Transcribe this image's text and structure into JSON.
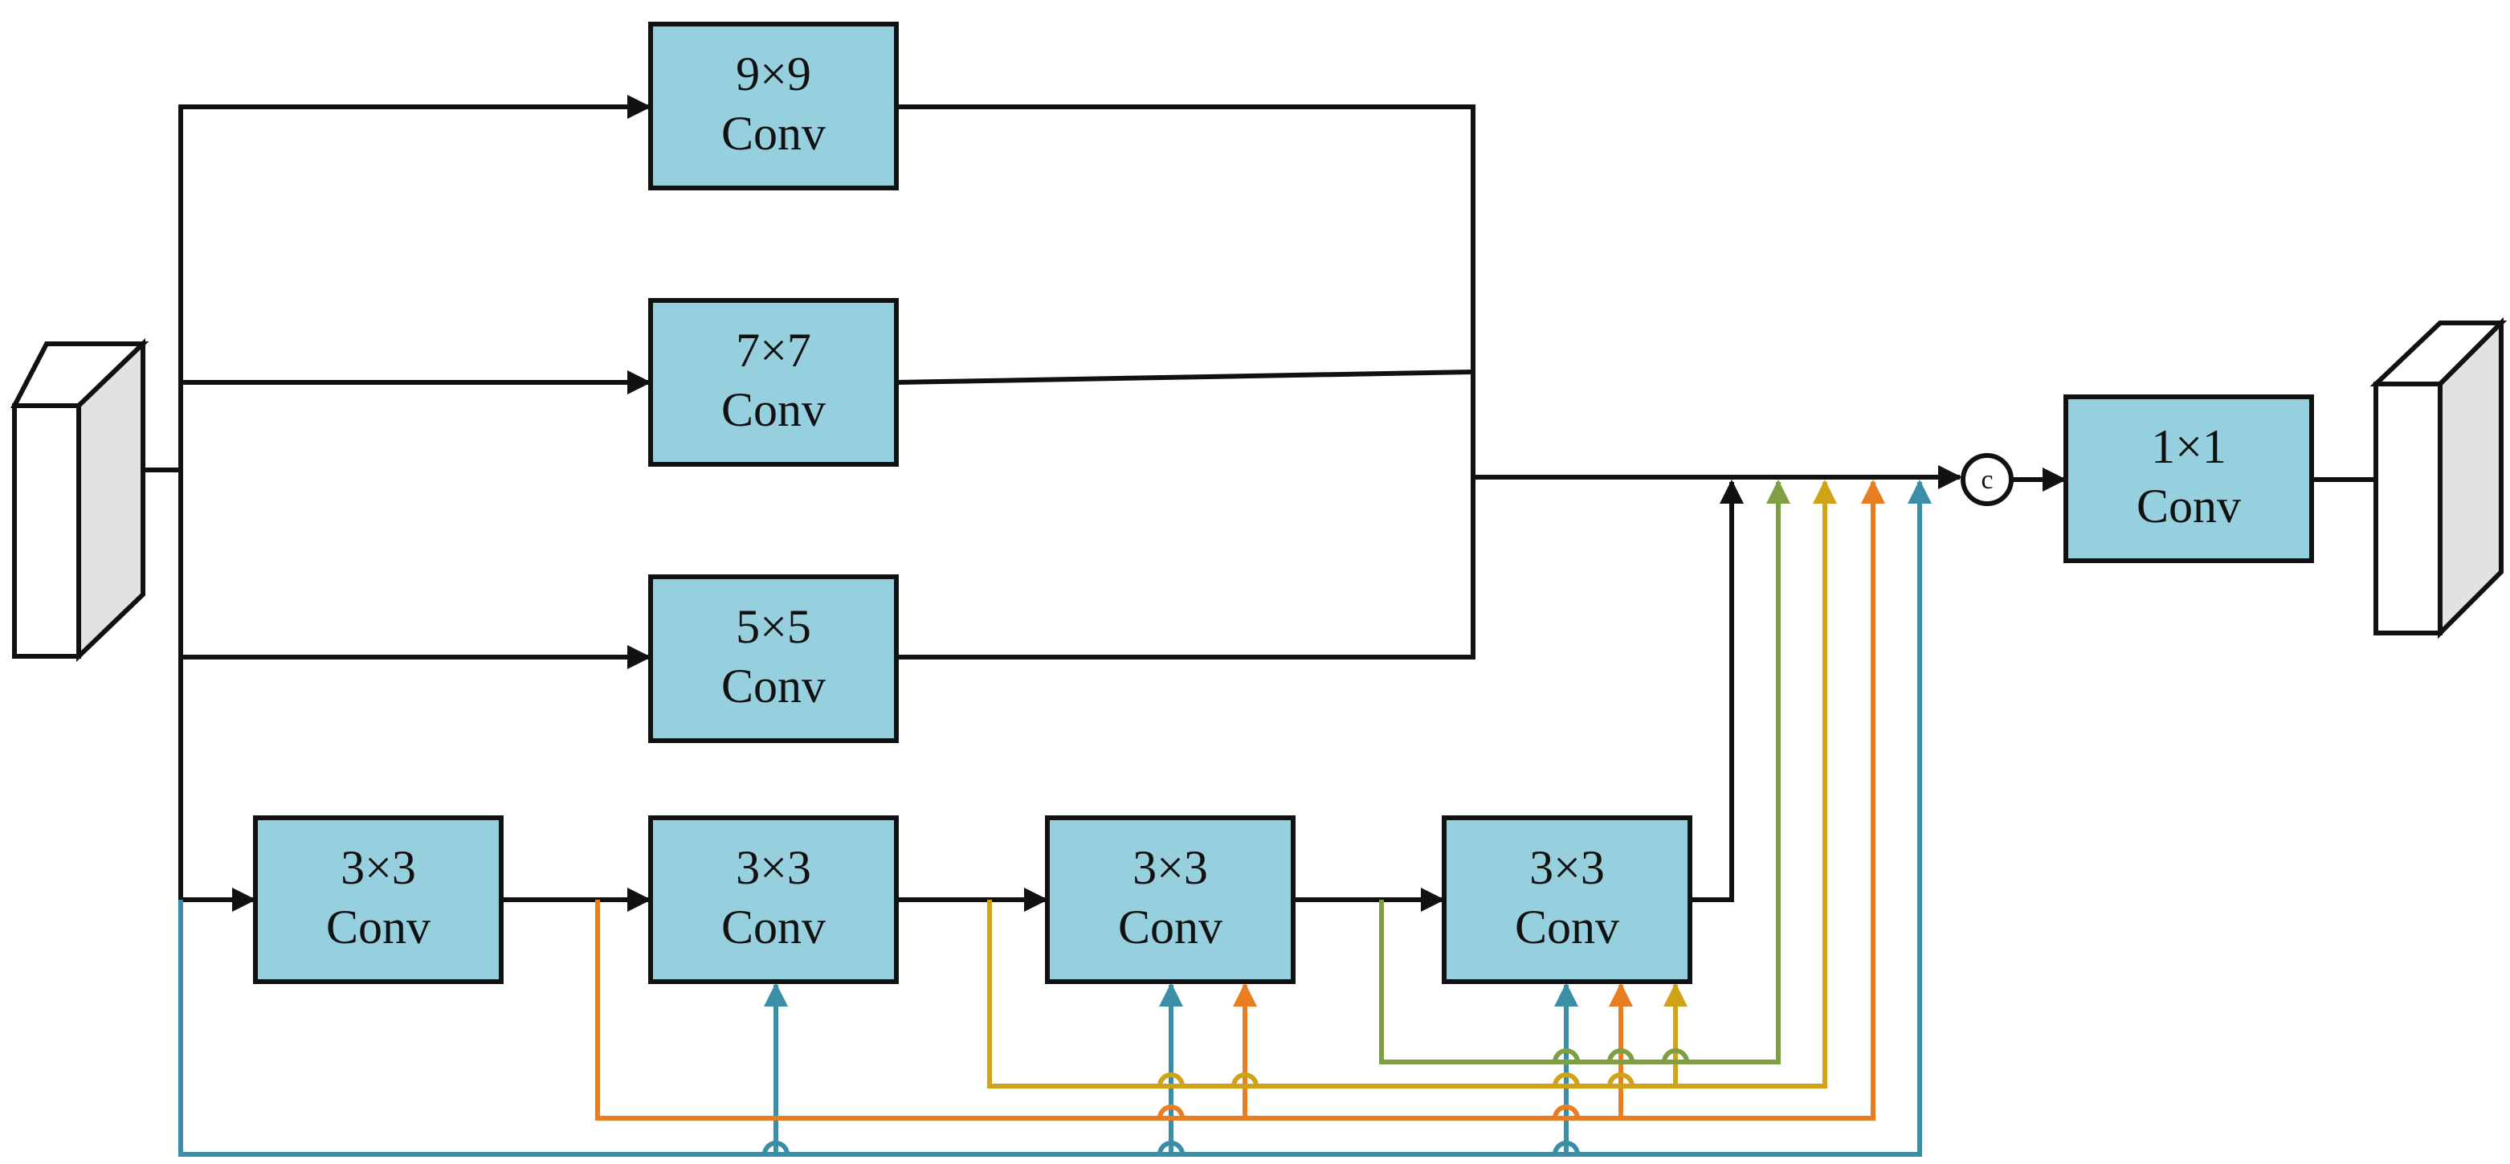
{
  "colors": {
    "box_fill": "#96cfdd",
    "black": "#111111",
    "teal": "#3a8ea6",
    "orange": "#e87d22",
    "gold": "#d0a218",
    "green": "#7f9f45"
  },
  "blocks": {
    "conv9": {
      "line1": "9×9",
      "line2": "Conv"
    },
    "conv7": {
      "line1": "7×7",
      "line2": "Conv"
    },
    "conv5": {
      "line1": "5×5",
      "line2": "Conv"
    },
    "conv3a": {
      "line1": "3×3",
      "line2": "Conv"
    },
    "conv3b": {
      "line1": "3×3",
      "line2": "Conv"
    },
    "conv3c": {
      "line1": "3×3",
      "line2": "Conv"
    },
    "conv3d": {
      "line1": "3×3",
      "line2": "Conv"
    },
    "conv1": {
      "line1": "1×1",
      "line2": "Conv"
    }
  },
  "concat": {
    "label": "c"
  }
}
